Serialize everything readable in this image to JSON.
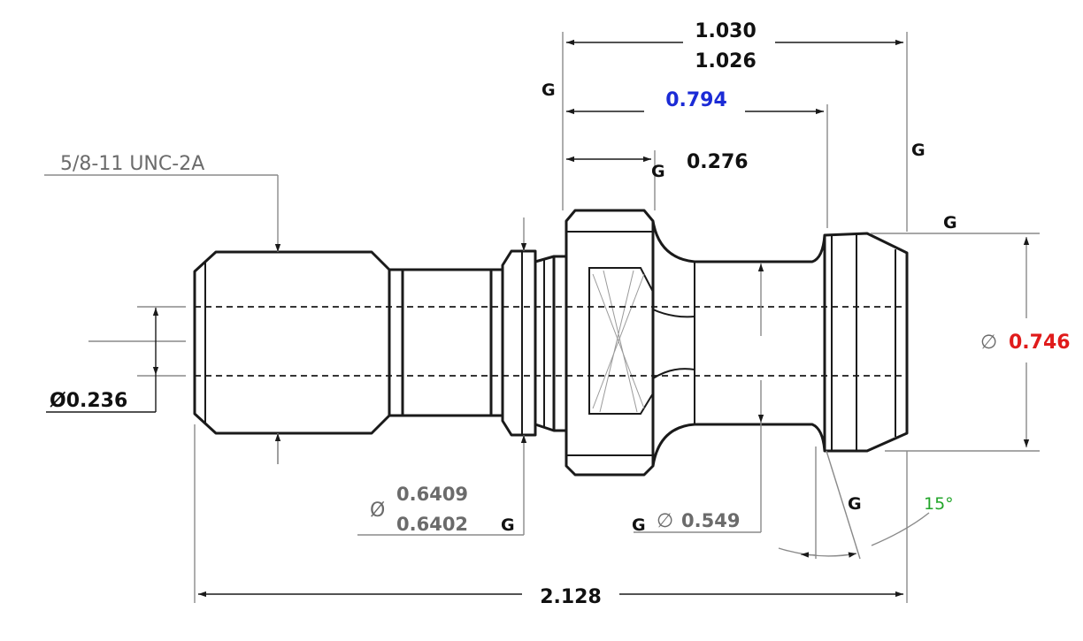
{
  "labels": {
    "overall_length": "2.128",
    "length_max": "1.030",
    "length_min": "1.026",
    "to_collar": "0.794",
    "flange_width": "0.276",
    "thread_spec": "5/8-11 UNC-2A",
    "bore_dia": "Ø0.236",
    "groove_dia_prefix": "Ø",
    "groove_dia_max": "0.6409",
    "groove_dia_min": "0.6402",
    "neck_dia_symbol": "∅",
    "neck_dia": "0.549",
    "head_dia_symbol": "∅",
    "head_dia": "0.746",
    "angle": "15°",
    "grind_mark": "G"
  },
  "colors": {
    "emphasis_blue": "#1b2bd6",
    "emphasis_red": "#e01b1b",
    "emphasis_green": "#22a52a",
    "line": "#1a1a1a",
    "extension": "#8a8a8a"
  }
}
